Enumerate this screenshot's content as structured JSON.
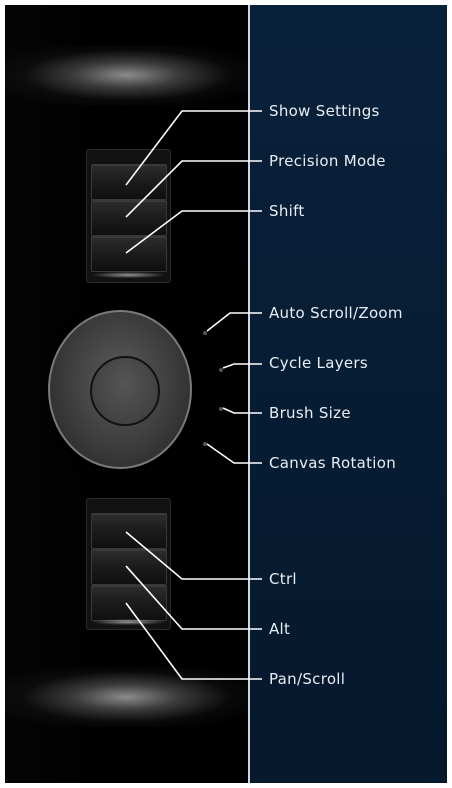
{
  "labels": {
    "show_settings": "Show Settings",
    "precision_mode": "Precision Mode",
    "shift": "Shift",
    "auto_scroll_zoom": "Auto Scroll/Zoom",
    "cycle_layers": "Cycle Layers",
    "brush_size": "Brush Size",
    "canvas_rotation": "Canvas Rotation",
    "ctrl": "Ctrl",
    "alt": "Alt",
    "pan_scroll": "Pan/Scroll"
  },
  "colors": {
    "panel": "#000000",
    "background": "#06182b",
    "leader_line": "#ffffff",
    "label_text": "#e8eef4"
  }
}
